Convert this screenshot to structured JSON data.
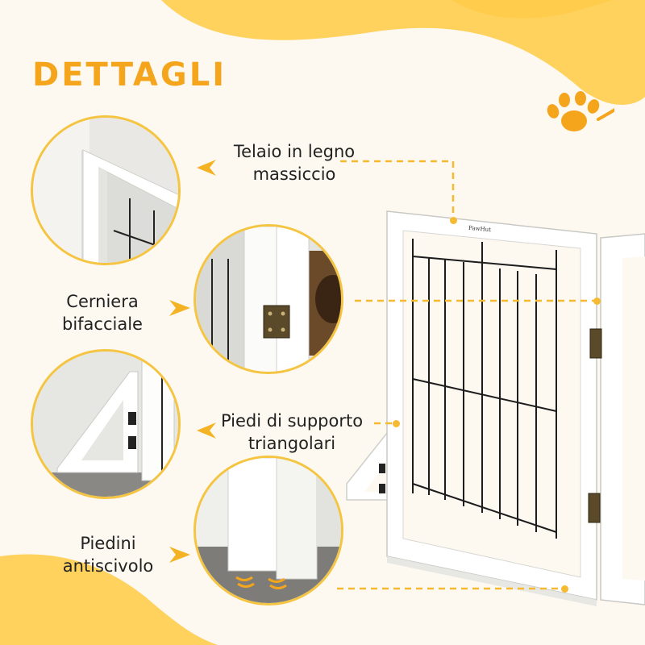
{
  "title": "DETTAGLI",
  "brand_mark": "PawHut",
  "colors": {
    "accent": "#f4a51c",
    "accent_light": "#ffd25e",
    "frame_white": "#ffffff",
    "wire": "#1c1c1c",
    "hinge": "#5a4a2a"
  },
  "features": [
    {
      "line1": "Telaio in legno",
      "line2": "massiccio"
    },
    {
      "line1": "Cerniera",
      "line2": "bifacciale"
    },
    {
      "line1": "Piedi di supporto",
      "line2": "triangolari"
    },
    {
      "line1": "Piedini",
      "line2": "antiscivolo"
    }
  ],
  "icons": [
    "paw-icon",
    "arrow-icon"
  ]
}
